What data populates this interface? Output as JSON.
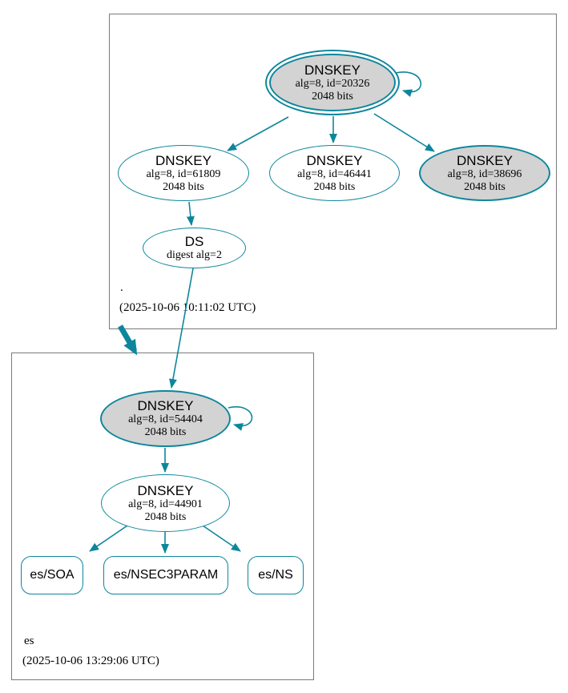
{
  "diagram": {
    "kind": "dnssec-authentication-chain-graph",
    "colors": {
      "edge": "#0d869c",
      "key_fill_gray": "#d3d3d3",
      "node_fill_white": "#ffffff",
      "cluster_border": "#7a7a7a"
    },
    "clusters": {
      "root": {
        "name": ".",
        "timestamp": "(2025-10-06 10:11:02 UTC)"
      },
      "es": {
        "name": "es",
        "timestamp": "(2025-10-06 13:29:06 UTC)"
      }
    },
    "nodes": {
      "root_ksk": {
        "type": "DNSKEY",
        "detail": "alg=8, id=20326",
        "size": "2048 bits"
      },
      "root_zsk1": {
        "type": "DNSKEY",
        "detail": "alg=8, id=61809",
        "size": "2048 bits"
      },
      "root_zsk2": {
        "type": "DNSKEY",
        "detail": "alg=8, id=46441",
        "size": "2048 bits"
      },
      "root_ksk2": {
        "type": "DNSKEY",
        "detail": "alg=8, id=38696",
        "size": "2048 bits"
      },
      "root_ds": {
        "type": "DS",
        "detail": "digest alg=2"
      },
      "es_ksk": {
        "type": "DNSKEY",
        "detail": "alg=8, id=54404",
        "size": "2048 bits"
      },
      "es_zsk": {
        "type": "DNSKEY",
        "detail": "alg=8, id=44901",
        "size": "2048 bits"
      },
      "es_soa": {
        "label": "es/SOA"
      },
      "es_nsec3param": {
        "label": "es/NSEC3PARAM"
      },
      "es_ns": {
        "label": "es/NS"
      }
    }
  }
}
